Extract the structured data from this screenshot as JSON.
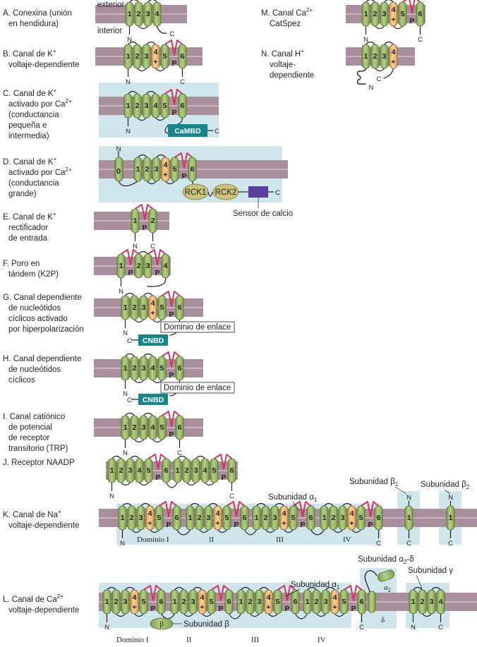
{
  "panels": {
    "a": {
      "title": "A. Conexina (unión",
      "title2": "en hendidura)",
      "exterior": "exterior",
      "interior": "interior"
    },
    "b": {
      "title": "B. Canal de K",
      "sup": "+",
      "title2": "voltaje-dependiente"
    },
    "c": {
      "title": "C. Canal de K",
      "sup": "+",
      "title2": "activado por Ca",
      "sup2": "2+",
      "title3": "(conductancia",
      "title4": "pequeña e",
      "title5": "intermedia)",
      "box": "CaMBD"
    },
    "d": {
      "title": "D. Canal de K",
      "sup": "+",
      "title2": "activado por Ca",
      "sup2": "2+",
      "title3": "(conductancia",
      "title4": "grande)",
      "rck1": "RCK1",
      "rck2": "RCK2",
      "sensor": "Sensor de calcio",
      "zero": "0"
    },
    "e": {
      "title": "E. Canal de K",
      "sup": "+",
      "title2": "rectificador",
      "title3": "de entrada"
    },
    "f": {
      "title": "F. Poro en",
      "title2": "tándem (K2P)"
    },
    "g": {
      "title": "G. Canal dependiente",
      "title2": "de nucleótidos",
      "title3": "cíclicos activado",
      "title4": "por hiperpolarización",
      "box": "CNBD",
      "link": "Dominio de enlace"
    },
    "h": {
      "title": "H. Canal dependiente",
      "title2": "de nucleótidos",
      "title3": "cíclicos",
      "box": "CNBD",
      "link": "Dominio de enlace"
    },
    "i": {
      "title": "I. Canal catiónico",
      "title2": "de potencial",
      "title3": "de receptor",
      "title4": "transitorio (TRP)"
    },
    "j": {
      "title": "J. Receptor NAADP"
    },
    "k": {
      "title": "K. Canal de Na",
      "sup": "+",
      "title2": "voltaje-dependiente",
      "alpha": "Subunidad α",
      "alpha_sub": "1",
      "beta1": "Subunidad β",
      "beta1_sub": "1",
      "beta2": "Subunidad β",
      "beta2_sub": "2",
      "dom1": "Dominio I",
      "dom2": "II",
      "dom3": "III",
      "dom4": "IV"
    },
    "l": {
      "title": "L. Canal de Ca",
      "sup": "2+",
      "title2": "voltaje-dependiente",
      "alpha": "Subunidad α",
      "alpha_sub": "1",
      "alpha2d": "Subunidad α",
      "alpha2d_sub": "2",
      "alpha2d_suffix": "-δ",
      "gamma": "Subunidad γ",
      "beta": "Subunidad β",
      "beta_glyph": "β",
      "a2": "α",
      "a2_sub": "2",
      "delta": "δ",
      "dom1": "Dominio I",
      "dom2": "II",
      "dom3": "III",
      "dom4": "IV"
    },
    "m": {
      "title": "M. Canal Ca",
      "sup": "2+",
      "title2": "CatSpez"
    },
    "n": {
      "title": "N. Canal H",
      "sup": "+",
      "title2": "voltaje-",
      "title3": "dependiente"
    }
  },
  "glyphs": {
    "n": "N",
    "c": "C",
    "p": "P",
    "plus": "+"
  },
  "colors": {
    "membrane": "#a98e9b",
    "membrane_line": "#d9ccd3",
    "helix": "#9fbd6a",
    "helix_sensor": "#f1c27d",
    "pore": "#d6335a",
    "bg_box": "#cfe6ec",
    "teal": "#16868a",
    "rck": "#c9c47a",
    "sensor": "#5a3e9b"
  }
}
